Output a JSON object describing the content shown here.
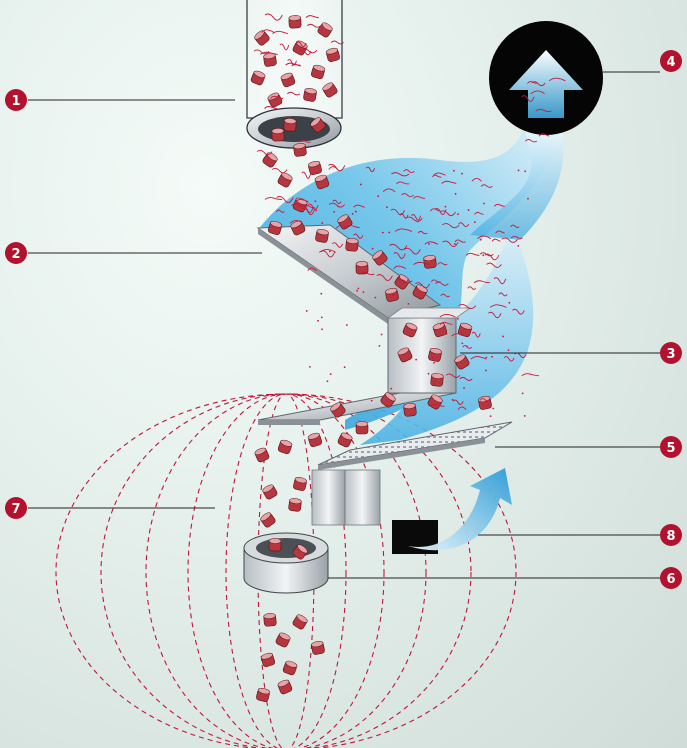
{
  "callouts": [
    {
      "id": "1",
      "label": "1"
    },
    {
      "id": "2",
      "label": "2"
    },
    {
      "id": "3",
      "label": "3"
    },
    {
      "id": "4",
      "label": "4"
    },
    {
      "id": "5",
      "label": "5"
    },
    {
      "id": "6",
      "label": "6"
    },
    {
      "id": "7",
      "label": "7"
    },
    {
      "id": "8",
      "label": "8"
    }
  ],
  "colors": {
    "callout_fill": "#b3122e",
    "airflow_light": "#e6f4fb",
    "airflow_dark": "#2c9fd8",
    "pellet": "#b5363f",
    "fiber": "#c8183a",
    "field_lines": "#c0163a",
    "metal": "#d6dadd"
  }
}
